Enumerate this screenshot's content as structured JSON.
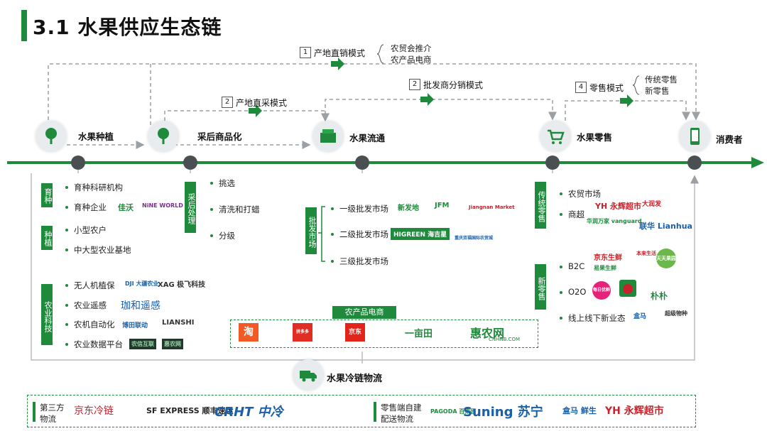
{
  "title": "3.1 水果供应生态链",
  "modes": [
    {
      "num": "1",
      "label": "产地直销模式",
      "items": [
        "农贸会推介",
        "农产品电商"
      ]
    },
    {
      "num": "2",
      "label": "产地直采模式"
    },
    {
      "num": "2",
      "label": "批发商分销模式"
    },
    {
      "num": "4",
      "label": "零售模式",
      "items": [
        "传统零售",
        "新零售"
      ]
    }
  ],
  "nodes": [
    {
      "label": "水果种植",
      "icon": "tree-icon"
    },
    {
      "label": "采后商品化",
      "icon": "tree-icon"
    },
    {
      "label": "水果流通",
      "icon": "box-icon"
    },
    {
      "label": "水果零售",
      "icon": "cart-icon"
    },
    {
      "label": "消费者",
      "icon": "phone-icon"
    }
  ],
  "planting": {
    "groups": [
      {
        "label": "育种",
        "items": [
          "育种科研机构",
          "育种企业"
        ]
      },
      {
        "label": "种植",
        "items": [
          "小型农户",
          "中大型农业基地"
        ]
      },
      {
        "label": "农业科技",
        "items": [
          "无人机植保",
          "农业遥感",
          "农机自动化",
          "农业数据平台"
        ]
      }
    ],
    "logos": {
      "breeding": [
        "佳沃",
        "NiNE WORLD"
      ],
      "drone": [
        "DJI 大疆农业",
        "XAG 极飞科技"
      ],
      "remote": "珈和遥感",
      "auto": [
        "博田联动",
        "LIANSHI"
      ],
      "data": [
        "农信互联",
        "惠农网"
      ]
    }
  },
  "postharvest": {
    "label": "采后处理",
    "items": [
      "挑选",
      "清洗和打蜡",
      "分级"
    ]
  },
  "wholesale": {
    "label": "批发市场",
    "items": [
      "一级批发市场",
      "二级批发市场",
      "三级批发市场"
    ],
    "logos": {
      "first": [
        "新发地",
        "JFM",
        "Jiangnan Market"
      ],
      "second": [
        "HIGREEN 海吉星",
        "重庆双福国际农贸城"
      ]
    }
  },
  "ecommerce": {
    "label": "农产品电商",
    "logos": [
      "淘",
      "拼多多",
      "京东",
      "一亩田",
      "惠农网",
      "CNHNB.COM"
    ]
  },
  "traditional": {
    "label": "传统零售",
    "items": [
      "农贸市场",
      "商超"
    ],
    "logos": [
      "YH 永辉超市",
      "大润发",
      "华润万家 vanguard",
      "联华 Lianhua"
    ]
  },
  "newretail": {
    "label": "新零售",
    "items": [
      "B2C",
      "O2O",
      "线上线下新业态"
    ],
    "logos": [
      "京东生鲜",
      "本来生活",
      "天天果园",
      "易果生鲜",
      "每日优鲜",
      "朴朴",
      "盒马",
      "超级物种"
    ]
  },
  "coldchain": {
    "label": "水果冷链物流",
    "icon": "truck-icon"
  },
  "logistics": {
    "third_party": {
      "label": [
        "第三方",
        "物流"
      ],
      "logos": [
        "京东冷链",
        "SF EXPRESS 顺丰速运",
        "CRHT 中冷"
      ]
    },
    "retail_self": {
      "label": [
        "零售端自建",
        "配送物流"
      ],
      "logos": [
        "PAGODA 百果园",
        "Suning 苏宁",
        "盒马 鲜生",
        "YH 永辉超市"
      ]
    }
  },
  "colors": {
    "brand": "#1f8a3c",
    "gray": "#8a8f92",
    "node_bg": "#e9ecee"
  }
}
